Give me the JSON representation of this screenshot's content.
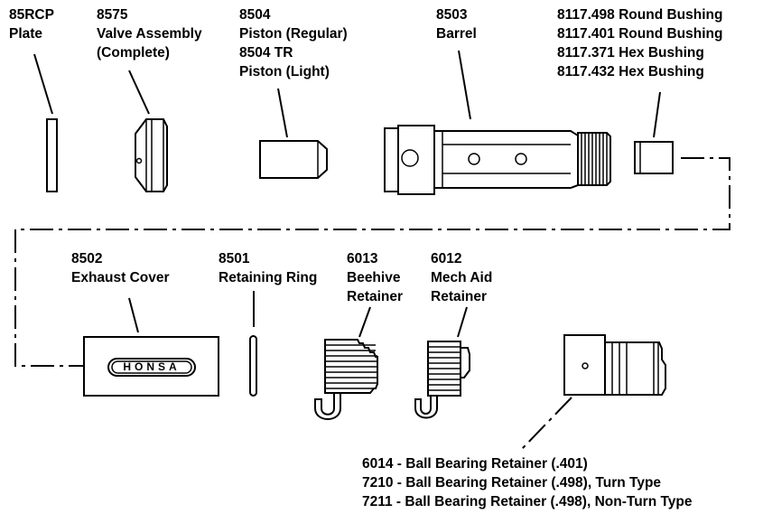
{
  "parts": {
    "p85rcp": {
      "line1": "85RCP",
      "line2": "Plate"
    },
    "p8575": {
      "line1": "8575",
      "line2": "Valve Assembly",
      "line3": "(Complete)"
    },
    "p8504": {
      "line1": "8504",
      "line2": "Piston (Regular)",
      "line3": "8504 TR",
      "line4": "Piston (Light)"
    },
    "p8503": {
      "line1": "8503",
      "line2": "Barrel"
    },
    "bushings": {
      "line1": "8117.498 Round Bushing",
      "line2": "8117.401 Round Bushing",
      "line3": "8117.371 Hex Bushing",
      "line4": "8117.432 Hex Bushing"
    },
    "p8502": {
      "line1": "8502",
      "line2": "Exhaust Cover",
      "logo": "HONSA"
    },
    "p8501": {
      "line1": "8501",
      "line2": "Retaining Ring"
    },
    "p6013": {
      "line1": "6013",
      "line2": "Beehive",
      "line3": "Retainer"
    },
    "p6012": {
      "line1": "6012",
      "line2": "Mech Aid",
      "line3": "Retainer"
    },
    "ballbearing": {
      "line1": "6014 - Ball Bearing Retainer (.401)",
      "line2": "7210 - Ball Bearing Retainer (.498), Turn Type",
      "line3": "7211 - Ball Bearing Retainer (.498), Non-Turn Type"
    }
  }
}
